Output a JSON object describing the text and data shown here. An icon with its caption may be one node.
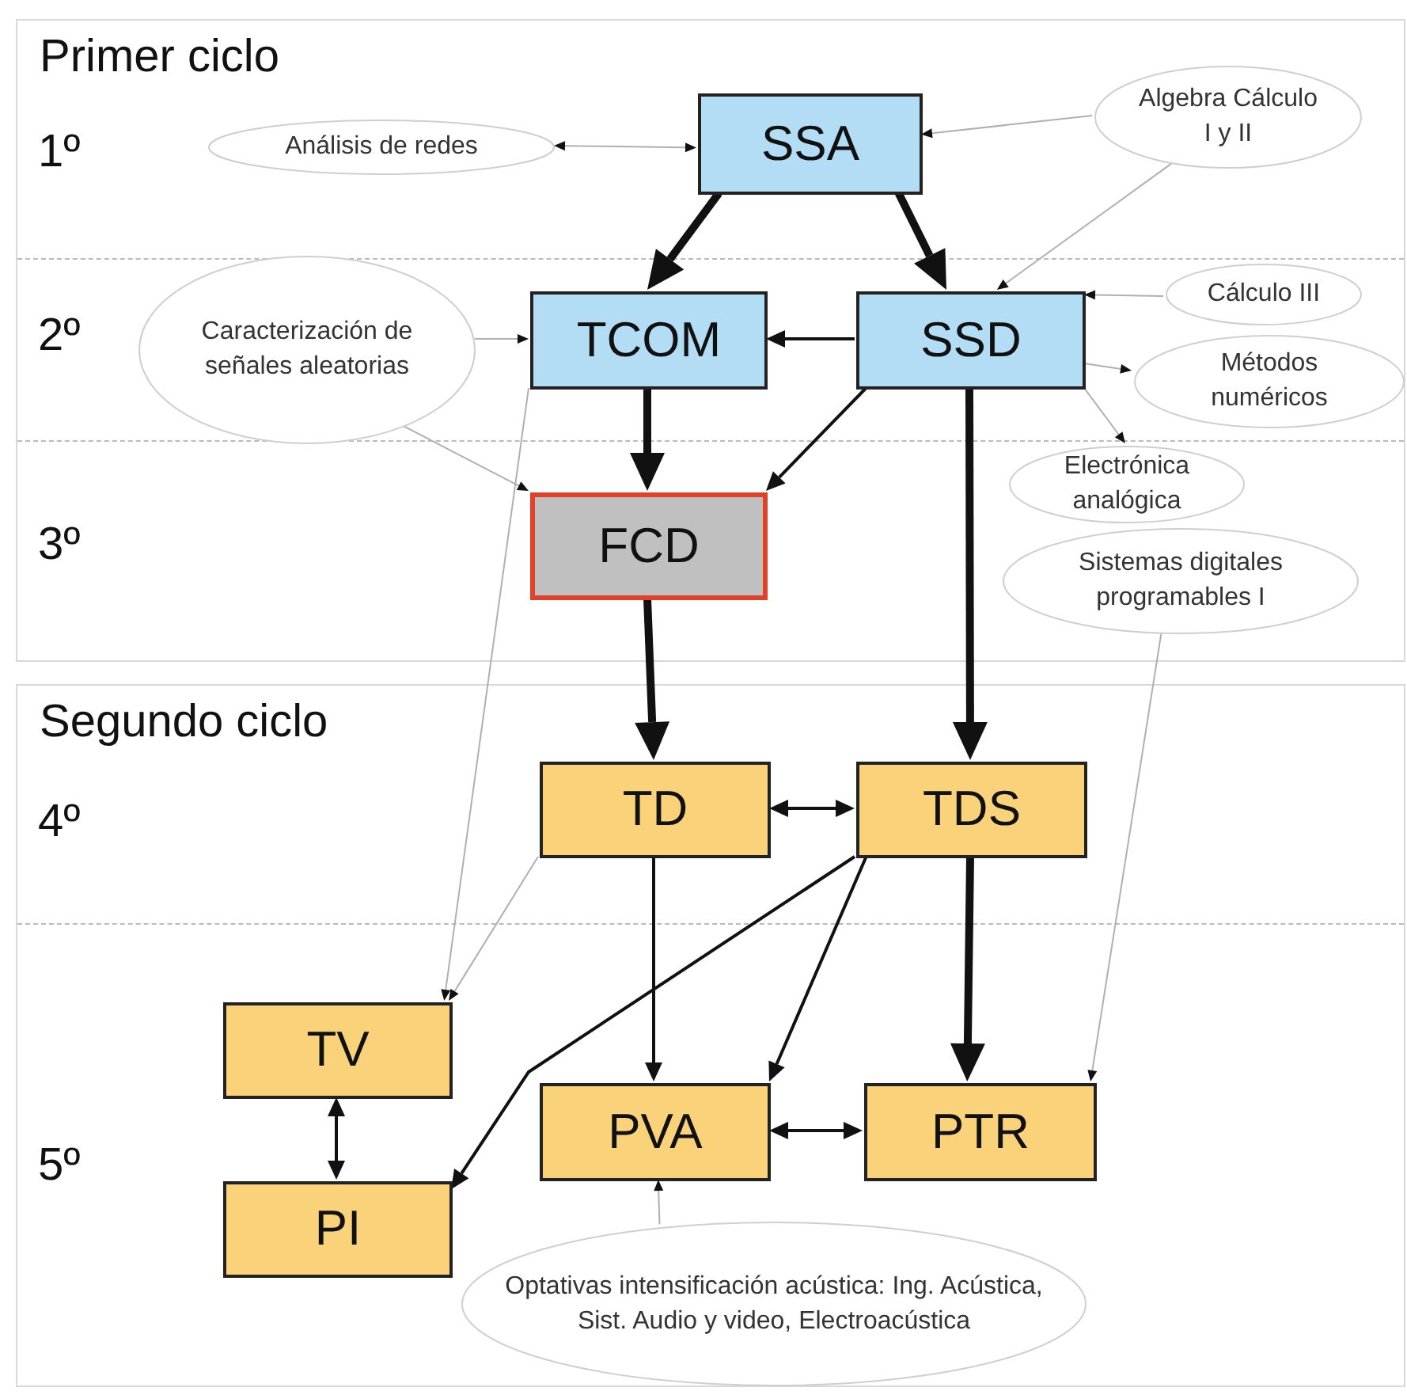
{
  "diagram": {
    "nodes": [
      {
        "text": [
          "Primer ciclo"
        ]
      },
      {
        "text": [
          "SSA"
        ],
        "in": 0
      },
      {
        "text": [
          "Análisis de redes"
        ],
        "in": 0
      },
      {
        "text": [
          "Algebra Cálculo I y II"
        ],
        "in": 0
      },
      {
        "text": [
          "Caracterización de señales aleatorias"
        ],
        "in": 0
      },
      {
        "text": [
          "TCOM"
        ],
        "in": 0
      },
      {
        "text": [
          "SSD"
        ],
        "in": 0
      },
      {
        "text": [
          "Cálculo III"
        ],
        "in": 0
      },
      {
        "text": [
          "Métodos numéricos"
        ],
        "in": 0
      },
      {
        "text": [
          "FCD"
        ],
        "in": 0
      },
      {
        "text": [
          "Electrónica analógica"
        ],
        "in": 0
      },
      {
        "text": [
          "Sistemas digitales programables I"
        ],
        "in": 0
      },
      {
        "text": [
          "Segundo ciclo"
        ]
      },
      {
        "text": [
          "TD"
        ],
        "in": 12
      },
      {
        "text": [
          "TDS"
        ],
        "in": 12
      },
      {
        "text": [
          "TV"
        ],
        "in": 12
      },
      {
        "text": [
          "PVA"
        ],
        "in": 12
      },
      {
        "text": [
          "PTR"
        ],
        "in": 12
      },
      {
        "text": [
          "PI"
        ],
        "in": 12
      },
      {
        "text": [
          "Optativas intensificación acústica: Ing. Acústica, Sist. Audio y video, Electroacústica"
        ],
        "in": 12
      }
    ],
    "edges": [
      {
        "from": 2,
        "to": 1,
        "arrow": "both",
        "color": "#b0b0b0"
      },
      {
        "from": 3,
        "to": 1,
        "arrow": "to",
        "color": "#b0b0b0"
      },
      {
        "from": 3,
        "to": 6,
        "arrow": "to",
        "color": "#b0b0b0"
      },
      {
        "from": 1,
        "to": 5,
        "arrow": "to",
        "style": "thick"
      },
      {
        "from": 1,
        "to": 6,
        "arrow": "to",
        "style": "thick"
      },
      {
        "from": 4,
        "to": 5,
        "arrow": "to",
        "color": "#b0b0b0"
      },
      {
        "from": 4,
        "to": 9,
        "arrow": "to",
        "color": "#b0b0b0"
      },
      {
        "from": 6,
        "to": 5,
        "arrow": "to"
      },
      {
        "from": 5,
        "to": 9,
        "arrow": "to",
        "style": "thick"
      },
      {
        "from": 6,
        "to": 9,
        "arrow": "to"
      },
      {
        "from": 7,
        "to": 6,
        "arrow": "to",
        "color": "#b0b0b0"
      },
      {
        "from": 6,
        "to": 8,
        "arrow": "to",
        "color": "#b0b0b0"
      },
      {
        "from": 6,
        "to": 10,
        "arrow": "to",
        "color": "#b0b0b0"
      },
      {
        "from": 6,
        "to": 14,
        "arrow": "to",
        "style": "thick"
      },
      {
        "from": 9,
        "to": 13,
        "arrow": "to",
        "style": "thick"
      },
      {
        "from": 13,
        "to": 14,
        "arrow": "both"
      },
      {
        "from": 5,
        "to": 15,
        "arrow": "to",
        "color": "#b0b0b0"
      },
      {
        "from": 13,
        "to": 15,
        "arrow": "to",
        "color": "#b0b0b0"
      },
      {
        "from": 13,
        "to": 16,
        "arrow": "to"
      },
      {
        "from": 14,
        "to": 18,
        "arrow": "to"
      },
      {
        "from": 14,
        "to": 16,
        "arrow": "to"
      },
      {
        "from": 14,
        "to": 17,
        "arrow": "to",
        "style": "thick"
      },
      {
        "from": 15,
        "to": 18,
        "arrow": "both"
      },
      {
        "from": 16,
        "to": 17,
        "arrow": "both"
      },
      {
        "from": 11,
        "to": 17,
        "arrow": "to",
        "color": "#b0b0b0"
      },
      {
        "from": 19,
        "to": 16,
        "arrow": "to",
        "color": "#b0b0b0"
      }
    ],
    "labels": [
      "1º",
      "2º",
      "3º",
      "4º",
      "5º"
    ]
  }
}
